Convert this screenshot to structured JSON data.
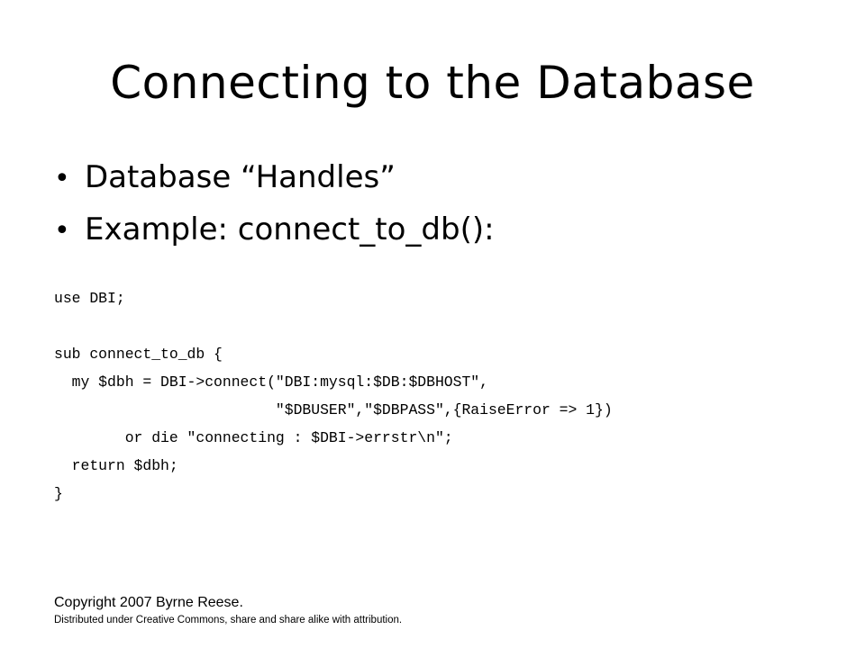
{
  "slide": {
    "title": "Connecting to the Database",
    "bullet_symbol": "•",
    "bullets": [
      "Database “Handles”",
      "Example: connect_to_db():"
    ],
    "code_lines": [
      "use DBI;",
      "",
      "sub connect_to_db {",
      "  my $dbh = DBI->connect(\"DBI:mysql:$DB:$DBHOST\",",
      "                         \"$DBUSER\",\"$DBPASS\",{RaiseError => 1})",
      "        or die \"connecting : $DBI->errstr\\n\";",
      "  return $dbh;",
      "}"
    ]
  },
  "footer": {
    "copyright": "Copyright 2007 Byrne Reese.",
    "license": "Distributed under Creative Commons, share and share alike with attribution."
  }
}
